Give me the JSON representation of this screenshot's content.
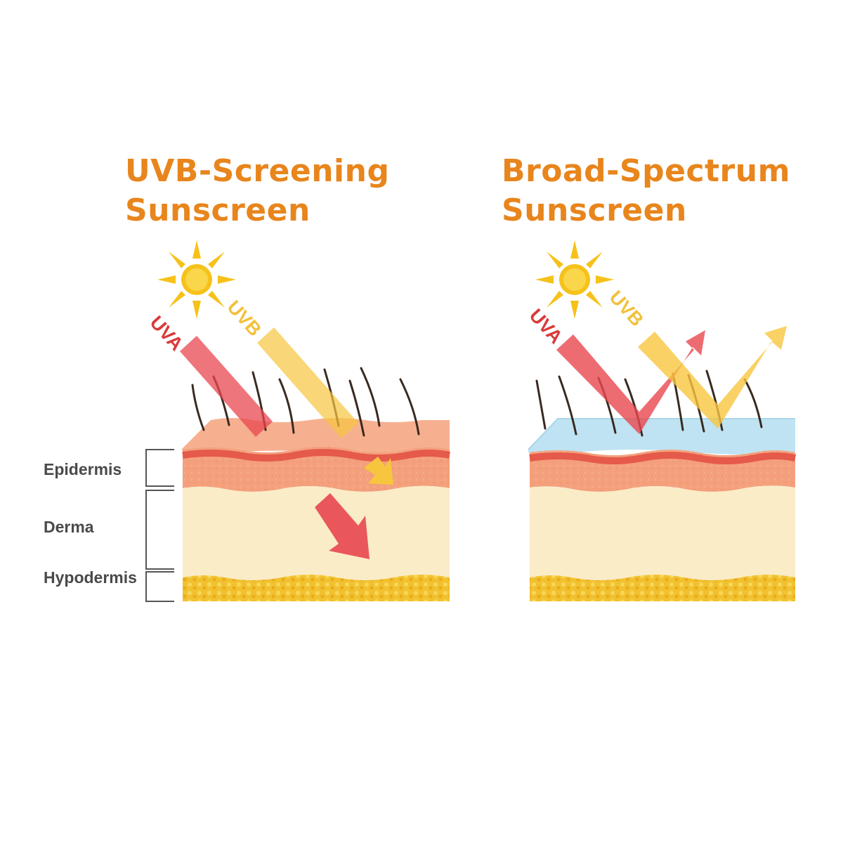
{
  "titles": {
    "left": {
      "line1": "UVB-Screening",
      "line2": "Sunscreen"
    },
    "right": {
      "line1": "Broad-Spectrum",
      "line2": "Sunscreen"
    }
  },
  "rays": {
    "uva": "UVA",
    "uvb": "UVB"
  },
  "layers": {
    "epidermis": "Epidermis",
    "derma": "Derma",
    "hypodermis": "Hypodermis"
  },
  "colors": {
    "title": "#e8851c",
    "uva": "#e8474f",
    "uvb": "#f7c63e",
    "sun": "#f6c21a",
    "epidermis": "#f4a07c",
    "epidermis_line": "#e55a4a",
    "derma": "#fbecc8",
    "hypodermis": "#f2c12e",
    "sunscreen_film": "#bfe3f2",
    "label_text": "#4a4a4a"
  }
}
